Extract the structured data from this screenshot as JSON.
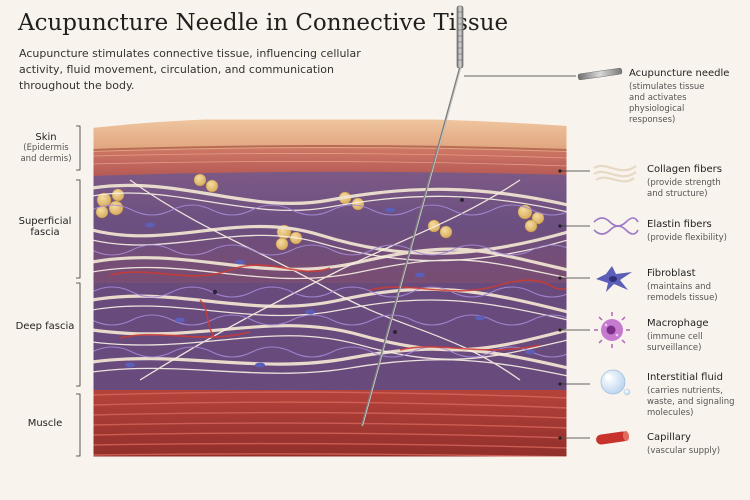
{
  "title": "Acupuncture Needle in Connective Tissue",
  "subtitle": "Acupuncture stimulates connective tissue, influencing cellular activity, fluid movement, circulation, and communication throughout the body.",
  "layers": [
    {
      "name": "Skin",
      "sub": "(Epidermis and dermis)"
    },
    {
      "name": "Superficial fascia",
      "sub": ""
    },
    {
      "name": "Deep fascia",
      "sub": ""
    },
    {
      "name": "Muscle",
      "sub": ""
    }
  ],
  "legend": [
    {
      "name": "Acupuncture needle",
      "desc": "(stimulates tissue and activates physiological responses)",
      "icon": "needle-icon"
    },
    {
      "name": "Collagen fibers",
      "desc": "(provide strength and structure)",
      "icon": "collagen-icon"
    },
    {
      "name": "Elastin fibers",
      "desc": "(provide flexibility)",
      "icon": "elastin-icon"
    },
    {
      "name": "Fibroblast",
      "desc": "(maintains and remodels tissue)",
      "icon": "fibroblast-icon"
    },
    {
      "name": "Macrophage",
      "desc": "(immune cell surveillance)",
      "icon": "macrophage-icon"
    },
    {
      "name": "Interstitial fluid",
      "desc": "(carries nutrients, waste, and signaling molecules)",
      "icon": "fluid-droplet-icon"
    },
    {
      "name": "Capillary",
      "desc": "(vascular supply)",
      "icon": "capillary-icon"
    }
  ],
  "colors": {
    "skin": "#e9b891",
    "dermis": "#c86a5e",
    "fascia": "#8a5e8e",
    "muscle": "#b5423a",
    "collagen": "#f1e6d6",
    "elastin": "#9d7ac9",
    "fibroblast": "#5c5fb8",
    "macrophage": "#c57ad0",
    "fluid": "#cfe3f5",
    "capillary": "#c8322c",
    "needle": "#8f8f8f"
  }
}
